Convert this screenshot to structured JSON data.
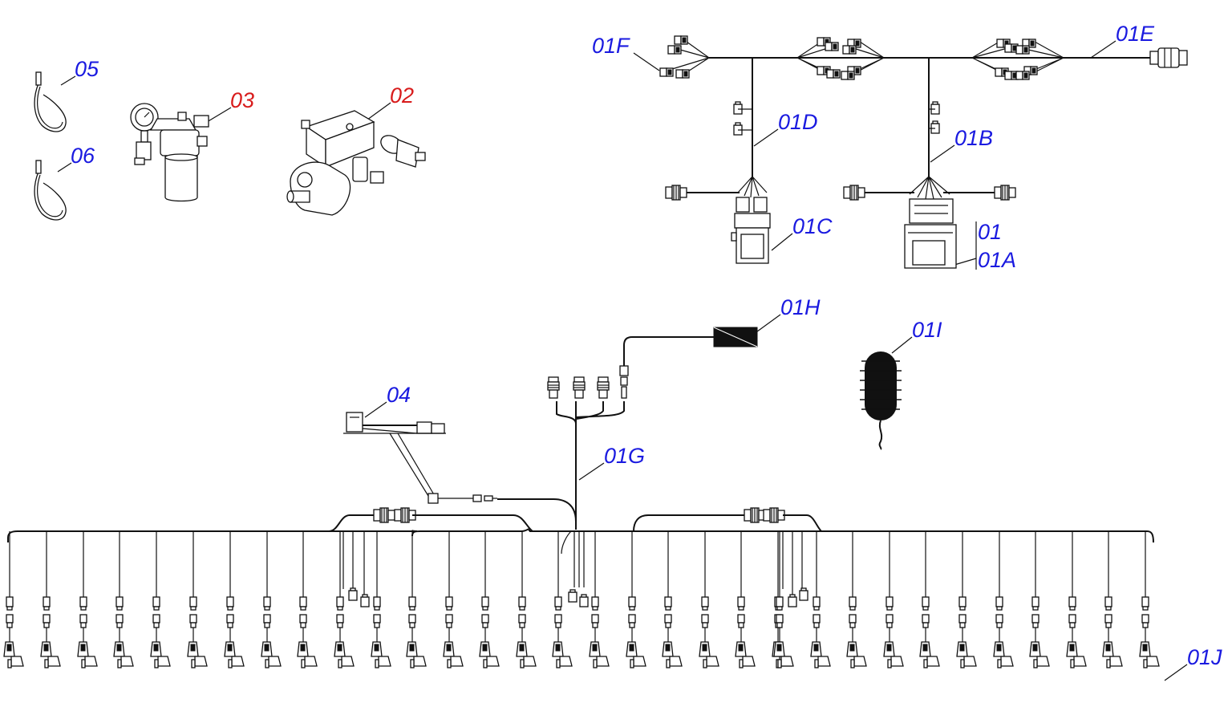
{
  "colors": {
    "blue": "#1a1ae0",
    "red": "#d81c1c",
    "line": "#111111"
  },
  "labels": {
    "l05": {
      "text": "05",
      "color": "blue"
    },
    "l06": {
      "text": "06",
      "color": "blue"
    },
    "l03": {
      "text": "03",
      "color": "red"
    },
    "l02": {
      "text": "02",
      "color": "red"
    },
    "l01F": {
      "text": "01F",
      "color": "blue"
    },
    "l01E": {
      "text": "01E",
      "color": "blue"
    },
    "l01D": {
      "text": "01D",
      "color": "blue"
    },
    "l01B": {
      "text": "01B",
      "color": "blue"
    },
    "l01C": {
      "text": "01C",
      "color": "blue"
    },
    "l01": {
      "text": "01",
      "color": "blue"
    },
    "l01A": {
      "text": "01A",
      "color": "blue"
    },
    "l01H": {
      "text": "01H",
      "color": "blue"
    },
    "l01I": {
      "text": "01I",
      "color": "blue"
    },
    "l04": {
      "text": "04",
      "color": "blue"
    },
    "l01G": {
      "text": "01G",
      "color": "blue"
    },
    "l01J": {
      "text": "01J",
      "color": "blue"
    }
  },
  "icons": [
    "cable-tie-icon",
    "pressure-filter-icon",
    "hydraulic-valve-motor-icon",
    "wiring-harness-icon",
    "control-module-icon",
    "circular-connector-icon",
    "inline-fuse-icon",
    "cleaning-brush-icon",
    "sensor-connector-icon"
  ]
}
